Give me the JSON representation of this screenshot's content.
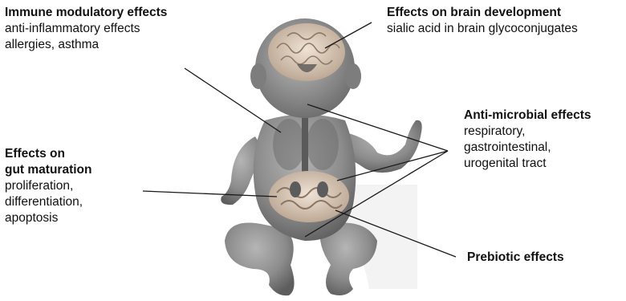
{
  "labels": {
    "immune": {
      "title": "Immune modulatory effects",
      "lines": [
        "anti-inflammatory effects",
        "allergies, asthma"
      ]
    },
    "brain": {
      "title": "Effects on brain development",
      "lines": [
        "sialic acid in brain glycoconjugates"
      ]
    },
    "microbial": {
      "title": "Anti-microbial effects",
      "lines": [
        "respiratory,",
        "gastrointestinal,",
        "urogenital tract"
      ]
    },
    "gut": {
      "title_lines": [
        "Effects on",
        "gut maturation"
      ],
      "lines": [
        "proliferation,",
        "differentiation,",
        "apoptosis"
      ]
    },
    "prebiotic": {
      "title": "Prebiotic effects"
    }
  },
  "colors": {
    "text": "#111111",
    "leader": "#1a1a1a",
    "skin": "#8a8a8a",
    "brain": "#d9c9b8",
    "intestine": "#cbb7a5"
  }
}
